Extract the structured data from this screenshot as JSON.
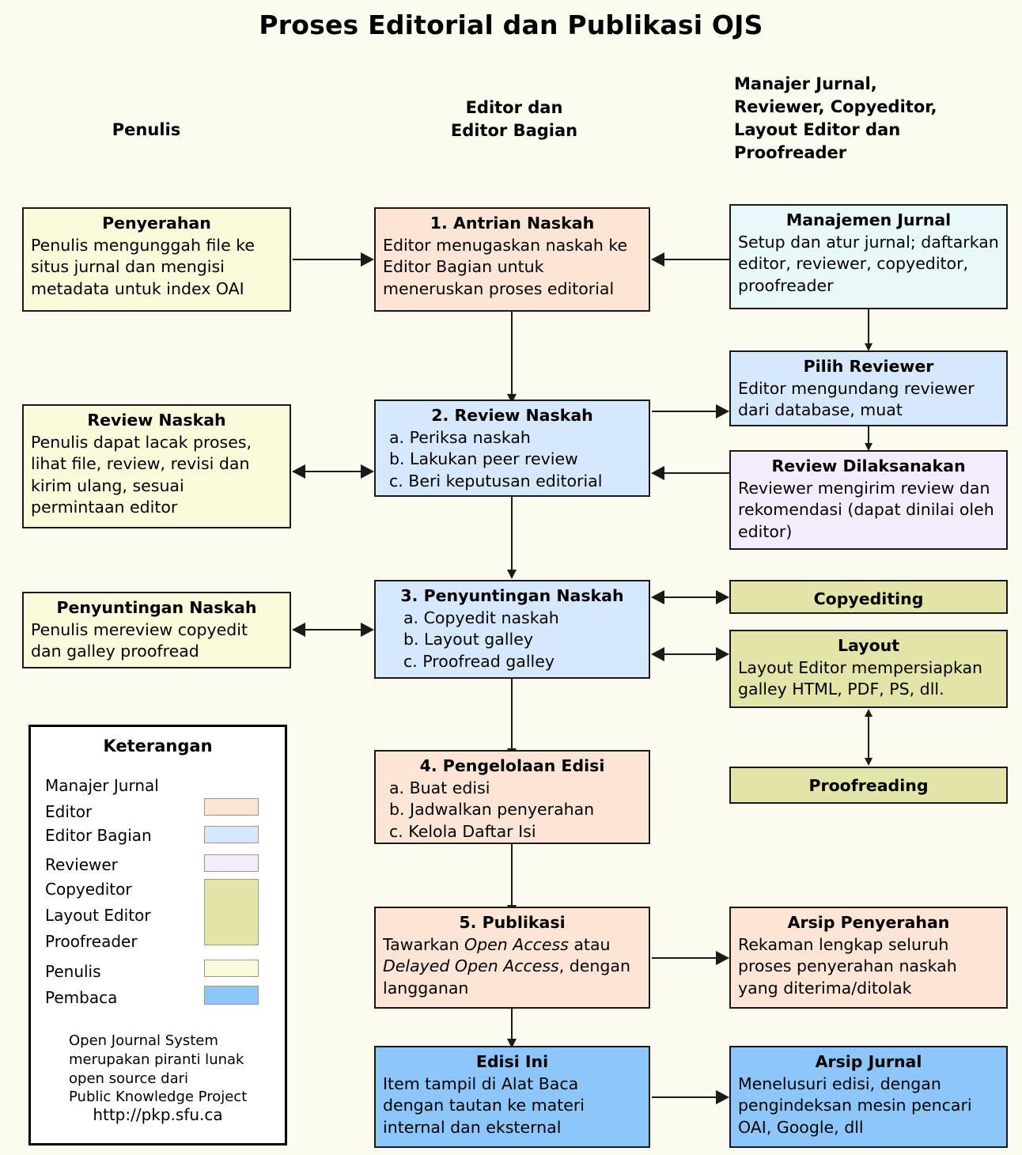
{
  "title": "Proses Editorial dan Publikasi OJS",
  "columns": [
    {
      "id": "penulis",
      "label": "Penulis"
    },
    {
      "id": "editor",
      "label": "Editor dan\nEditor Bagian",
      "line1": "Editor dan",
      "line2": "Editor Bagian"
    },
    {
      "id": "manajer",
      "line1": "Manajer Jurnal,",
      "line2": "Reviewer, Copyeditor,",
      "line3": "Layout Editor dan",
      "line4": "Proofreader"
    }
  ],
  "boxes": {
    "penyerahan": {
      "title": "Penyerahan",
      "body": "Penulis mengunggah file ke situs jurnal dan mengisi metadata untuk index OAI",
      "role": "Penulis"
    },
    "antrian": {
      "title": "1. Antrian Naskah",
      "body": "Editor menugaskan naskah ke Editor Bagian untuk meneruskan proses editorial",
      "role": "Editor"
    },
    "manajemen": {
      "title": "Manajemen Jurnal",
      "body": "Setup dan atur jurnal; daftarkan editor, reviewer, copyeditor, proofreader",
      "role": "Manajer Jurnal"
    },
    "review_naskah_penulis": {
      "title": "Review Naskah",
      "body": "Penulis dapat lacak proses, lihat file, review, revisi dan kirim ulang, sesuai permintaan editor",
      "role": "Penulis"
    },
    "review_naskah": {
      "title": "2. Review Naskah",
      "items": [
        "a. Periksa naskah",
        "b. Lakukan peer review",
        "c. Beri keputusan editorial"
      ],
      "role": "Editor Bagian"
    },
    "pilih_reviewer": {
      "title": "Pilih Reviewer",
      "body": "Editor mengundang reviewer dari database, muat",
      "role": "Editor Bagian"
    },
    "review_dilaksanakan": {
      "title": "Review Dilaksanakan",
      "body": "Reviewer mengirim review dan rekomendasi (dapat dinilai oleh editor)",
      "role": "Reviewer"
    },
    "penyuntingan_penulis": {
      "title": "Penyuntingan Naskah",
      "body": "Penulis mereview copyedit dan galley proofread",
      "role": "Penulis"
    },
    "penyuntingan": {
      "title": "3. Penyuntingan Naskah",
      "items": [
        "a. Copyedit naskah",
        "b. Layout galley",
        "c. Proofread galley"
      ],
      "role": "Editor Bagian"
    },
    "copyediting": {
      "title": "Copyediting",
      "role": "Copyeditor"
    },
    "layout": {
      "title": "Layout",
      "body": "Layout Editor mempersiapkan galley HTML, PDF, PS, dll.",
      "role": "Layout Editor"
    },
    "proofreading": {
      "title": "Proofreading",
      "role": "Proofreader"
    },
    "pengelolaan": {
      "title": "4. Pengelolaan Edisi",
      "items": [
        "a. Buat edisi",
        "b. Jadwalkan penyerahan",
        "c. Kelola Daftar Isi"
      ],
      "role": "Editor"
    },
    "publikasi": {
      "title": "5. Publikasi",
      "body_pre": "Tawarkan ",
      "body_em1": "Open Access",
      "body_mid": " atau ",
      "body_em2": "Delayed Open Access",
      "body_post": ", dengan langganan",
      "role": "Editor"
    },
    "arsip_penyerahan": {
      "title": "Arsip Penyerahan",
      "body": "Rekaman lengkap seluruh proses penyerahan naskah yang diterima/ditolak",
      "role": "Editor"
    },
    "edisi_ini": {
      "title": "Edisi Ini",
      "body": "Item tampil di Alat Baca dengan tautan ke materi internal dan eksternal",
      "role": "Pembaca"
    },
    "arsip_jurnal": {
      "title": "Arsip Jurnal",
      "body": "Menelusuri edisi, dengan pengindeksan mesin pencari OAI, Google, dll",
      "role": "Pembaca"
    }
  },
  "legend": {
    "title": "Keterangan",
    "rows": [
      {
        "label": "Manajer Jurnal",
        "color": ""
      },
      {
        "label": "Editor",
        "color": "#fce5d4"
      },
      {
        "label": "Editor Bagian",
        "color": "#d6e8fb"
      },
      {
        "label": "Reviewer",
        "color": "#f4ecfd"
      },
      {
        "label": "Copyeditor",
        "color": "#e3e5a8"
      },
      {
        "label": "Layout Editor",
        "color": "#e3e5a8"
      },
      {
        "label": "Proofreader",
        "color": "#e3e5a8"
      },
      {
        "label": "Penulis",
        "color": "#fbfbdc"
      },
      {
        "label": "Pembaca",
        "color": "#8cc6fb"
      }
    ],
    "note": [
      "Open Journal System",
      "merupakan piranti lunak",
      "open source dari",
      "Public Knowledge Project"
    ],
    "url": "http://pkp.sfu.ca"
  },
  "colors": {
    "background": "#fbfbf0",
    "penulis": "#fbfbdc",
    "editor": "#fce5d4",
    "editor_bagian": "#d6e8fb",
    "reviewer": "#f4ecfd",
    "produksi": "#e3e5a8",
    "manajer_jurnal": "#e9f8f8",
    "pembaca": "#8cc6fb",
    "stroke": "#1a1a1a"
  }
}
